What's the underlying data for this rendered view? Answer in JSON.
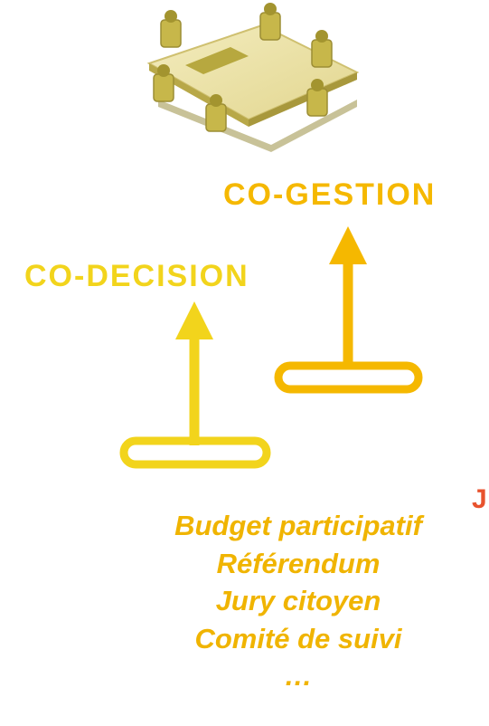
{
  "labels": {
    "co_gestion": "CO-GESTION",
    "co_decision": "CO-DECISION",
    "edge_fragment": "J"
  },
  "examples": [
    "Budget participatif",
    "Référendum",
    "Jury citoyen",
    "Comité de suivi",
    "…"
  ],
  "colors": {
    "gestion": "#f5b800",
    "decision": "#f2d41c",
    "edge_fragment": "#e8522d",
    "examples": "#f0b400",
    "icon": "#d4c56a"
  },
  "icons": [
    "meeting-table-icon",
    "arrow-up-gestion",
    "arrow-up-decision"
  ]
}
